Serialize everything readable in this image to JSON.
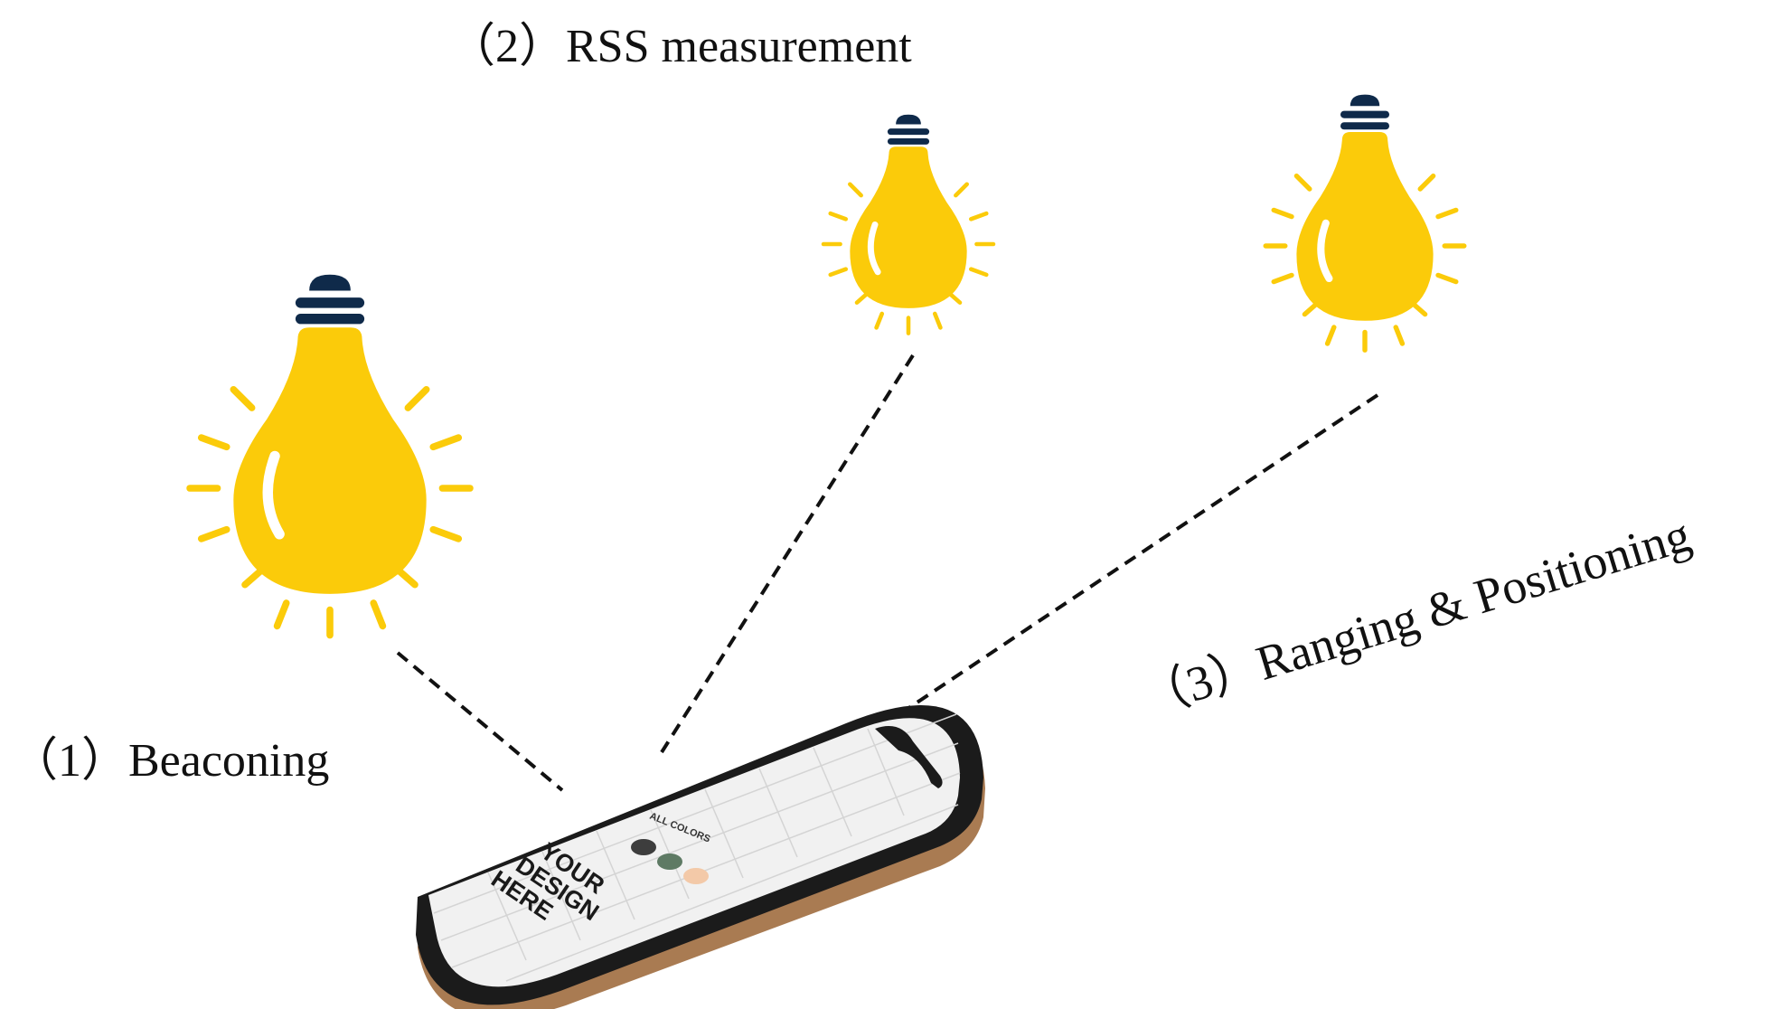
{
  "labels": {
    "step1": "（1）Beaconing",
    "step2": "（2）RSS measurement",
    "step3": "（3）Ranging & Positioning"
  },
  "phone_screen": {
    "headline_line1": "YOUR",
    "headline_line2": "DESIGN",
    "headline_line3": "HERE",
    "caption": "ALL COLORS"
  },
  "icons": {
    "bulb_left": "light-bulb-icon",
    "bulb_middle": "light-bulb-icon",
    "bulb_right": "light-bulb-icon",
    "phone": "smartphone-icon"
  },
  "colors": {
    "bulb": "#FBCB0A",
    "bulb_cap": "#0F2A4A",
    "dashed_line": "#111111",
    "phone_frame": "#B8865A",
    "swatch_dark": "#3D3D3D",
    "swatch_green": "#5E7A64",
    "swatch_peach": "#F3C9A8"
  }
}
